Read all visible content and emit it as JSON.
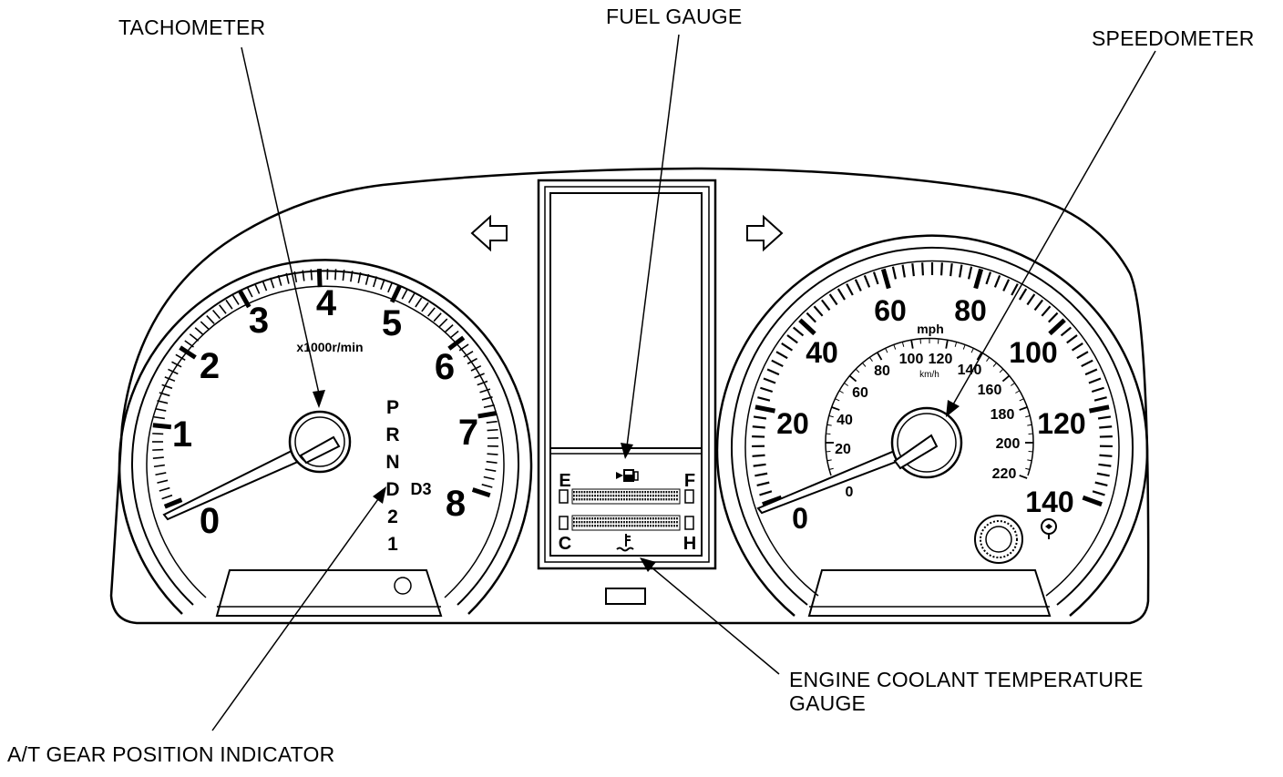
{
  "callouts": {
    "tachometer": "TACHOMETER",
    "fuel_gauge": "FUEL GAUGE",
    "speedometer": "SPEEDOMETER",
    "coolant_line1": "ENGINE COOLANT TEMPERATURE",
    "coolant_line2": "GAUGE",
    "gear_indicator": "A/T GEAR POSITION INDICATOR"
  },
  "tachometer": {
    "labels": [
      "0",
      "1",
      "2",
      "3",
      "4",
      "5",
      "6",
      "7",
      "8"
    ],
    "unit": "x1000r/min"
  },
  "gear_positions": [
    "P",
    "R",
    "N",
    "D",
    "2",
    "1"
  ],
  "gear_extra": "D3",
  "speedometer": {
    "mph_labels": [
      "0",
      "20",
      "40",
      "60",
      "80",
      "100",
      "120",
      "140"
    ],
    "mph_unit": "mph",
    "kmh_labels": [
      "0",
      "20",
      "40",
      "60",
      "80",
      "100",
      "120",
      "140",
      "160",
      "180",
      "200",
      "220"
    ],
    "kmh_unit": "km/h"
  },
  "fuel": {
    "empty": "E",
    "full": "F"
  },
  "coolant": {
    "cold": "C",
    "hot": "H"
  },
  "colors": {
    "ink": "#000000",
    "paper": "#ffffff"
  },
  "icons": {
    "left_turn": "left-turn-arrow-icon",
    "right_turn": "right-turn-arrow-icon",
    "fuel": "fuel-pump-icon",
    "coolant": "coolant-temperature-icon"
  }
}
